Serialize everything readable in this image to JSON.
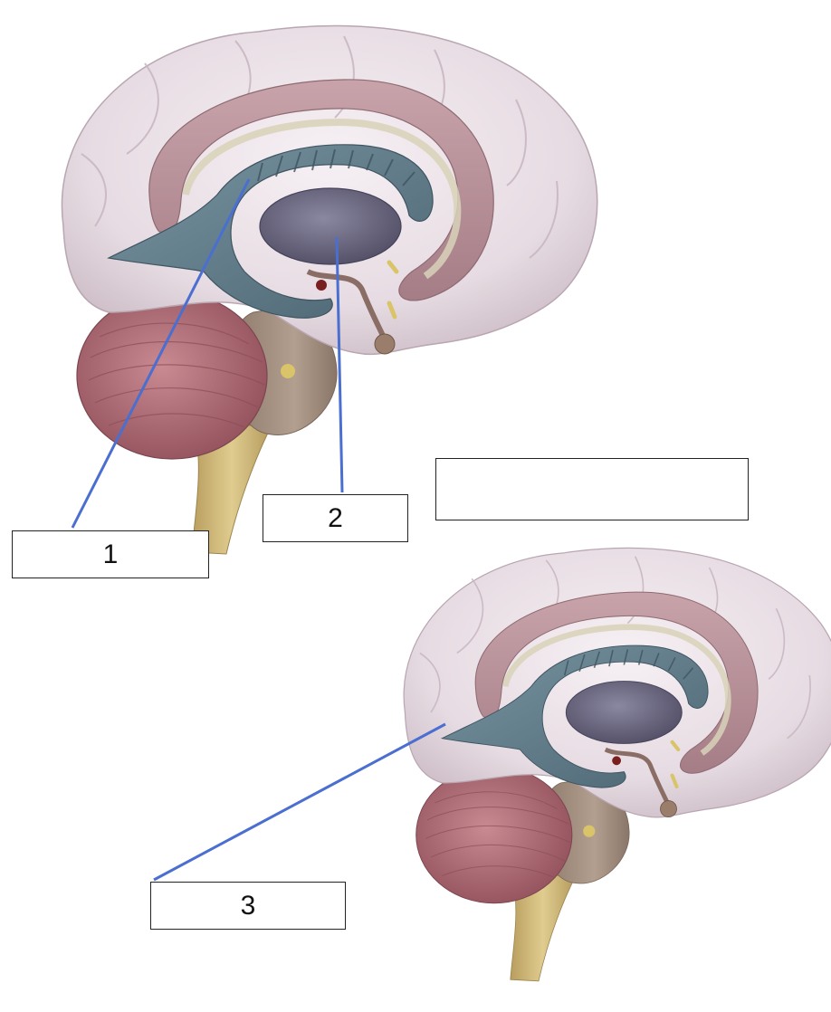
{
  "labels": {
    "label_1": "1",
    "label_2": "2",
    "label_3": "3",
    "label_blank": ""
  },
  "colors": {
    "leader_line": "#4a6fd0",
    "cerebrum": "#e8dfe5",
    "cingulate": "#b79199",
    "ventricle": "#5f7b88",
    "thalamus": "#6e6b80",
    "cerebellum": "#b46f78",
    "brainstem": "#a58f7e",
    "spinal_cord": "#d4bd7e"
  }
}
